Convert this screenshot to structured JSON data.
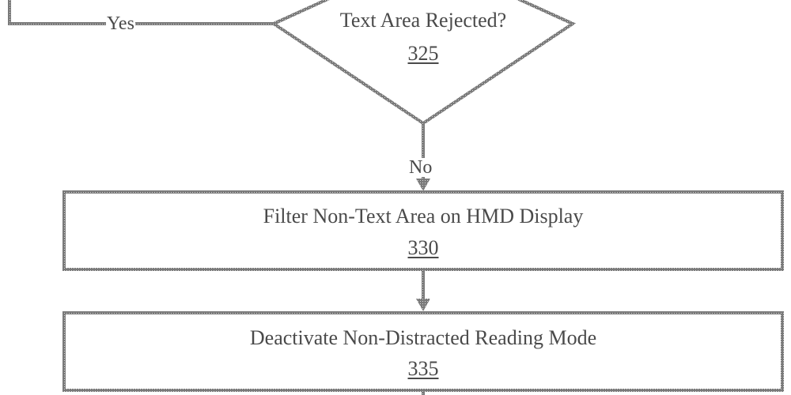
{
  "decision": {
    "question": "Text Area Rejected?",
    "ref": "325",
    "yes_label": "Yes",
    "no_label": "No"
  },
  "steps": [
    {
      "label": "Filter Non-Text Area on HMD Display",
      "ref": "330"
    },
    {
      "label": "Deactivate Non-Distracted Reading Mode",
      "ref": "335"
    }
  ]
}
